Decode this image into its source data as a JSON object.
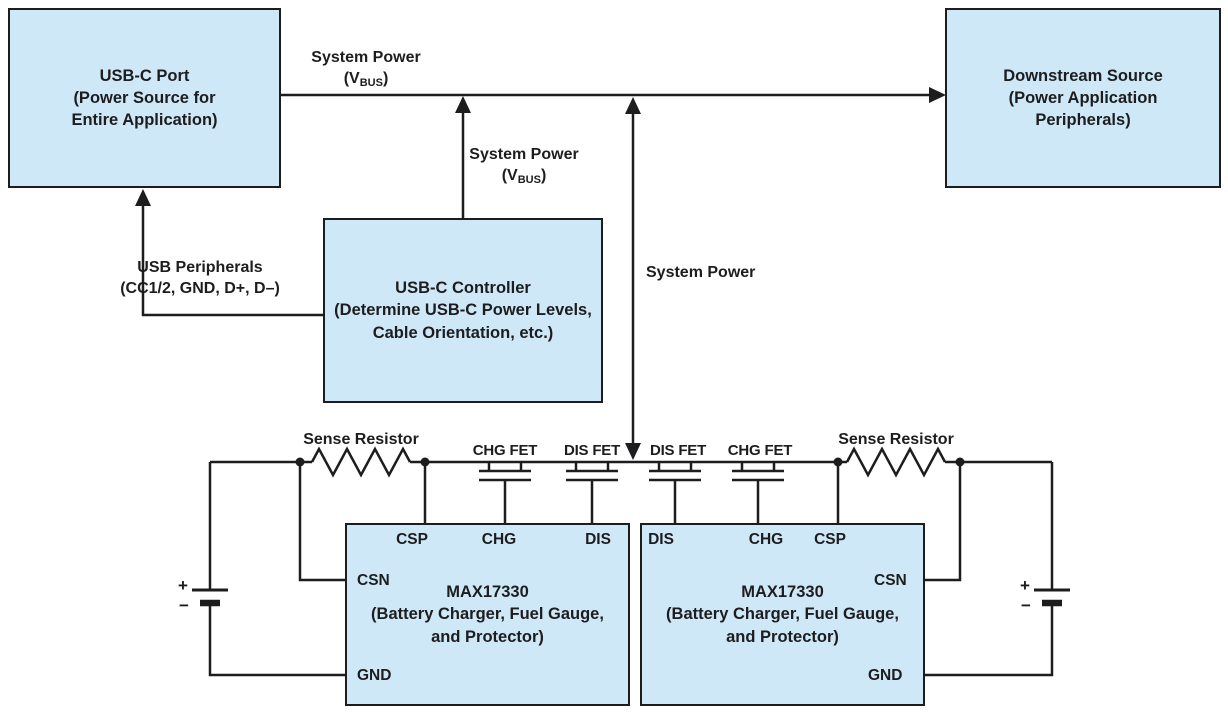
{
  "colors": {
    "box_fill": "#cfe8f7",
    "wire": "#1d1d1f",
    "ink": "#1d1d1f",
    "background": "#ffffff"
  },
  "boxes": {
    "usbc_port": {
      "line1": "USB-C Port",
      "line2": "(Power Source for",
      "line3": "Entire Application)"
    },
    "downstream_source": {
      "line1": "Downstream Source",
      "line2": "(Power Application",
      "line3": "Peripherals)"
    },
    "usbc_controller": {
      "line1": "USB-C Controller",
      "line2": "(Determine USB-C Power Levels,",
      "line3": "Cable Orientation, etc.)"
    },
    "max17330_left": {
      "line1": "MAX17330",
      "line2": "(Battery Charger, Fuel Gauge,",
      "line3": "and Protector)"
    },
    "max17330_right": {
      "line1": "MAX17330",
      "line2": "(Battery Charger, Fuel Gauge,",
      "line3": "and Protector)"
    }
  },
  "labels": {
    "system_power_top": {
      "line1": "System Power",
      "v_pre": "(V",
      "v_sub": "BUS",
      "v_post": ")"
    },
    "system_power_controller": {
      "line1": "System Power",
      "v_pre": "(V",
      "v_sub": "BUS",
      "v_post": ")"
    },
    "system_power_center": "System Power",
    "usb_peripherals": {
      "line1": "USB Peripherals",
      "line2": "(CC1/2, GND, D+, D–)"
    },
    "sense_resistor_left": "Sense Resistor",
    "sense_resistor_right": "Sense Resistor",
    "fet_labels": [
      "CHG FET",
      "DIS FET",
      "DIS FET",
      "CHG FET"
    ]
  },
  "pins": {
    "left_chip": {
      "csp": "CSP",
      "chg": "CHG",
      "dis": "DIS",
      "csn": "CSN",
      "gnd": "GND"
    },
    "right_chip": {
      "dis": "DIS",
      "chg": "CHG",
      "csp": "CSP",
      "csn": "CSN",
      "gnd": "GND"
    }
  },
  "battery_left": {
    "plus": "+",
    "minus": "−"
  },
  "battery_right": {
    "plus": "+",
    "minus": "−"
  }
}
